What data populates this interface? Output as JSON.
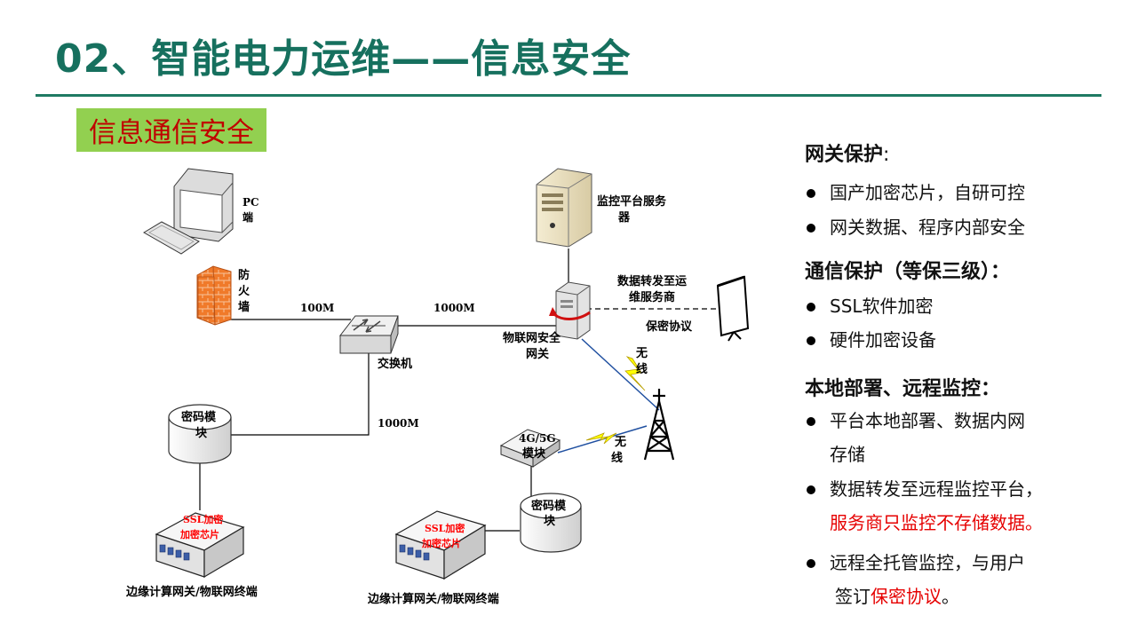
{
  "header": {
    "title": "02、智能电力运维——信息安全"
  },
  "section_badge": "信息通信安全",
  "diagram": {
    "pc_label_1": "PC",
    "pc_label_2": "端",
    "firewall_label_1": "防",
    "firewall_label_2": "火",
    "firewall_label_3": "墙",
    "link_100m": "100M",
    "link_1000m_top": "1000M",
    "link_1000m_vertical": "1000M",
    "switch_label": "交换机",
    "server_label_1": "监控平台服务",
    "server_label_2": "器",
    "iot_gateway_label_1": "物联网安全",
    "iot_gateway_label_2": "网关",
    "forward_label_1": "数据转发至运",
    "forward_label_2": "维服务商",
    "protocol_label": "保密协议",
    "wireless_label_1_a": "无",
    "wireless_label_1_b": "线",
    "wireless_label_2_a": "无",
    "wireless_label_2_b": "线",
    "crypto_module_left_1": "密码模",
    "crypto_module_left_2": "块",
    "crypto_module_right_1": "密码模",
    "crypto_module_right_2": "块",
    "module_4g5g_1": "4G/5G",
    "module_4g5g_2": "模块",
    "ssl_chip_left_1": "SSL加密",
    "ssl_chip_left_2": "加密芯片",
    "ssl_chip_right_1": "SSL加密",
    "ssl_chip_right_2": "加密芯片",
    "edge_left_label": "边缘计算网关/物联网终端",
    "edge_right_label": "边缘计算网关/物联网终端"
  },
  "panel": {
    "gateway_heading": "网关保护",
    "gateway_colon": ":",
    "gateway_items": [
      "国产加密芯片，自研可控",
      "网关数据、程序内部安全"
    ],
    "comm_heading": "通信保护（等保三级）：",
    "comm_items": [
      "SSL软件加密",
      "硬件加密设备"
    ],
    "local_heading": "本地部署、远程监控：",
    "local_item_1_line1": "平台本地部署、数据内网",
    "local_item_1_line2": "存储",
    "local_item_2_line1": "数据转发至远程监控平台，",
    "local_item_2_line2": "服务商只监控不存储数据。",
    "local_item_3_line1": "远程全托管监控，与用户",
    "local_item_3_line2_prefix": "签订",
    "local_item_3_line2_highlight": "保密协议",
    "local_item_3_line2_suffix": "。"
  },
  "colors": {
    "title": "#16705e",
    "rule": "#1f7a63",
    "badge_bg": "#92d050",
    "badge_text": "#c00000",
    "highlight": "#e60000"
  }
}
